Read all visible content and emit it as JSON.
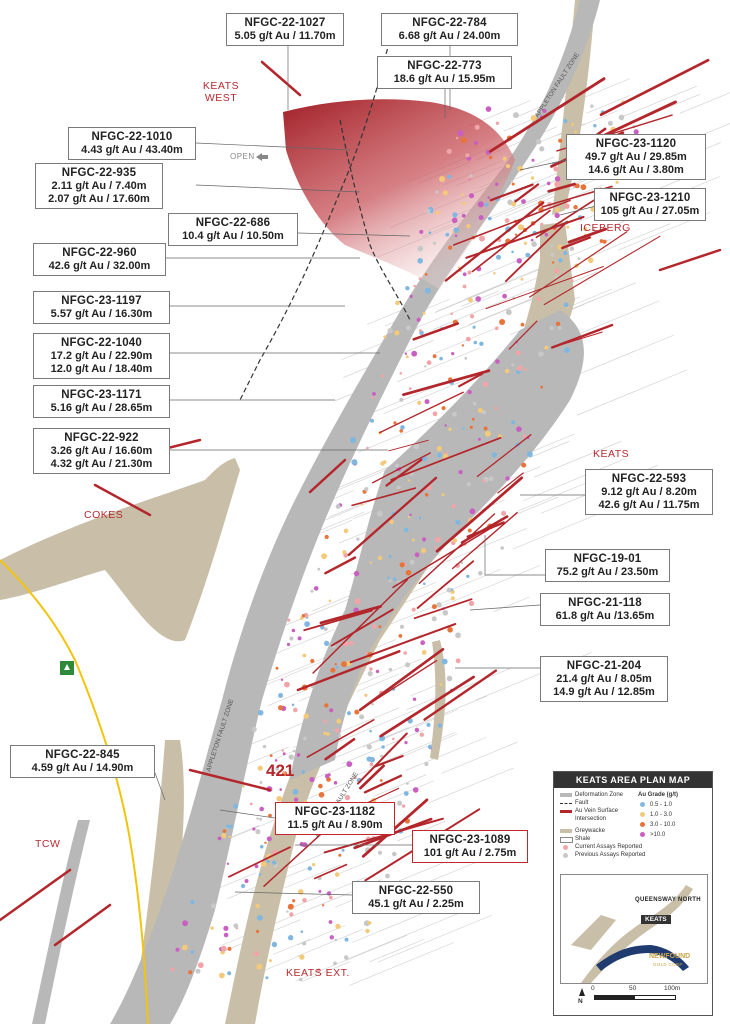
{
  "title": "KEATS AREA PLAN MAP",
  "callouts": [
    {
      "id": "c1027",
      "hole": "NFGC-22-1027",
      "lines": [
        "5.05 g/t Au / 11.70m"
      ]
    },
    {
      "id": "c784",
      "hole": "NFGC-22-784",
      "lines": [
        "6.68 g/t Au / 24.00m"
      ]
    },
    {
      "id": "c773",
      "hole": "NFGC-22-773",
      "lines": [
        "18.6 g/t Au / 15.95m"
      ]
    },
    {
      "id": "c1010",
      "hole": "NFGC-22-1010",
      "lines": [
        "4.43 g/t Au / 43.40m"
      ]
    },
    {
      "id": "c935",
      "hole": "NFGC-22-935",
      "lines": [
        "2.11 g/t Au / 7.40m",
        "2.07 g/t Au / 17.60m"
      ]
    },
    {
      "id": "c1120",
      "hole": "NFGC-23-1120",
      "lines": [
        "49.7 g/t Au / 29.85m",
        "14.6 g/t Au / 3.80m"
      ]
    },
    {
      "id": "c1210",
      "hole": "NFGC-23-1210",
      "lines": [
        "105 g/t Au / 27.05m"
      ]
    },
    {
      "id": "c686",
      "hole": "NFGC-22-686",
      "lines": [
        "10.4 g/t Au / 10.50m"
      ]
    },
    {
      "id": "c960",
      "hole": "NFGC-22-960",
      "lines": [
        "42.6 g/t Au / 32.00m"
      ]
    },
    {
      "id": "c1197",
      "hole": "NFGC-23-1197",
      "lines": [
        "5.57 g/t Au / 16.30m"
      ]
    },
    {
      "id": "c1040",
      "hole": "NFGC-22-1040",
      "lines": [
        "17.2 g/t Au / 22.90m",
        "12.0 g/t Au / 18.40m"
      ]
    },
    {
      "id": "c1171",
      "hole": "NFGC-23-1171",
      "lines": [
        "5.16 g/t Au / 28.65m"
      ]
    },
    {
      "id": "c922",
      "hole": "NFGC-22-922",
      "lines": [
        "3.26 g/t Au / 16.60m",
        "4.32 g/t Au / 21.30m"
      ]
    },
    {
      "id": "c593",
      "hole": "NFGC-22-593",
      "lines": [
        "9.12 g/t Au / 8.20m",
        "42.6 g/t Au / 11.75m"
      ]
    },
    {
      "id": "c1901",
      "hole": "NFGC-19-01",
      "lines": [
        "75.2 g/t Au / 23.50m"
      ]
    },
    {
      "id": "c118",
      "hole": "NFGC-21-118",
      "lines": [
        "61.8 g/t Au /13.65m"
      ]
    },
    {
      "id": "c204",
      "hole": "NFGC-21-204",
      "lines": [
        "21.4 g/t Au / 8.05m",
        "14.9 g/t Au / 12.85m"
      ]
    },
    {
      "id": "c845",
      "hole": "NFGC-22-845",
      "lines": [
        "4.59 g/t Au / 14.90m"
      ]
    },
    {
      "id": "c1182",
      "hole": "NFGC-23-1182",
      "lines": [
        "11.5 g/t Au / 8.90m"
      ]
    },
    {
      "id": "c1089",
      "hole": "NFGC-23-1089",
      "lines": [
        "101 g/t Au / 2.75m"
      ]
    },
    {
      "id": "c550",
      "hole": "NFGC-22-550",
      "lines": [
        "45.1 g/t Au / 2.25m"
      ]
    }
  ],
  "labels": {
    "keats_west": "KEATS WEST",
    "iceberg": "ICEBERG",
    "keats": "KEATS",
    "cokes": "COKES",
    "tcw": "TCW",
    "keats_ext": "KEATS EXT.",
    "open": "OPEN",
    "zone_number": "421",
    "fault_zone_north": "APPLETON FAULT ZONE",
    "fault_zone_south": "APPLETON FAULT ZONE"
  },
  "legend": {
    "title": "KEATS AREA PLAN MAP",
    "items": [
      "Deformation Zone",
      "Fault",
      "Au Vein Surface Intersection",
      "Greywacke",
      "Shale",
      "Current Assays Reported",
      "Previous Assays Reported"
    ],
    "grade_title": "Au Grade (g/t)",
    "grades": [
      {
        "label": "0.5 - 1.0",
        "color": "#7fb7e0"
      },
      {
        "label": "1.0 - 3.0",
        "color": "#f3c97a"
      },
      {
        "label": "3.0 - 10.0",
        "color": "#e8743a"
      },
      {
        "label": ">10.0",
        "color": "#c95fc0"
      }
    ],
    "inset": {
      "region": "QUEENSWAY NORTH",
      "site": "KEATS",
      "brand": "NEWFOUND",
      "brand_sub": "GOLD CORP"
    },
    "scale": [
      "0",
      "50",
      "100m"
    ],
    "north": "N"
  },
  "colors": {
    "vein": "#b3262b",
    "shale": "#c9bfa9",
    "deformation": "#b8b8b8",
    "road": "#f2c40f",
    "keats_west_zone": "#a11f26"
  }
}
